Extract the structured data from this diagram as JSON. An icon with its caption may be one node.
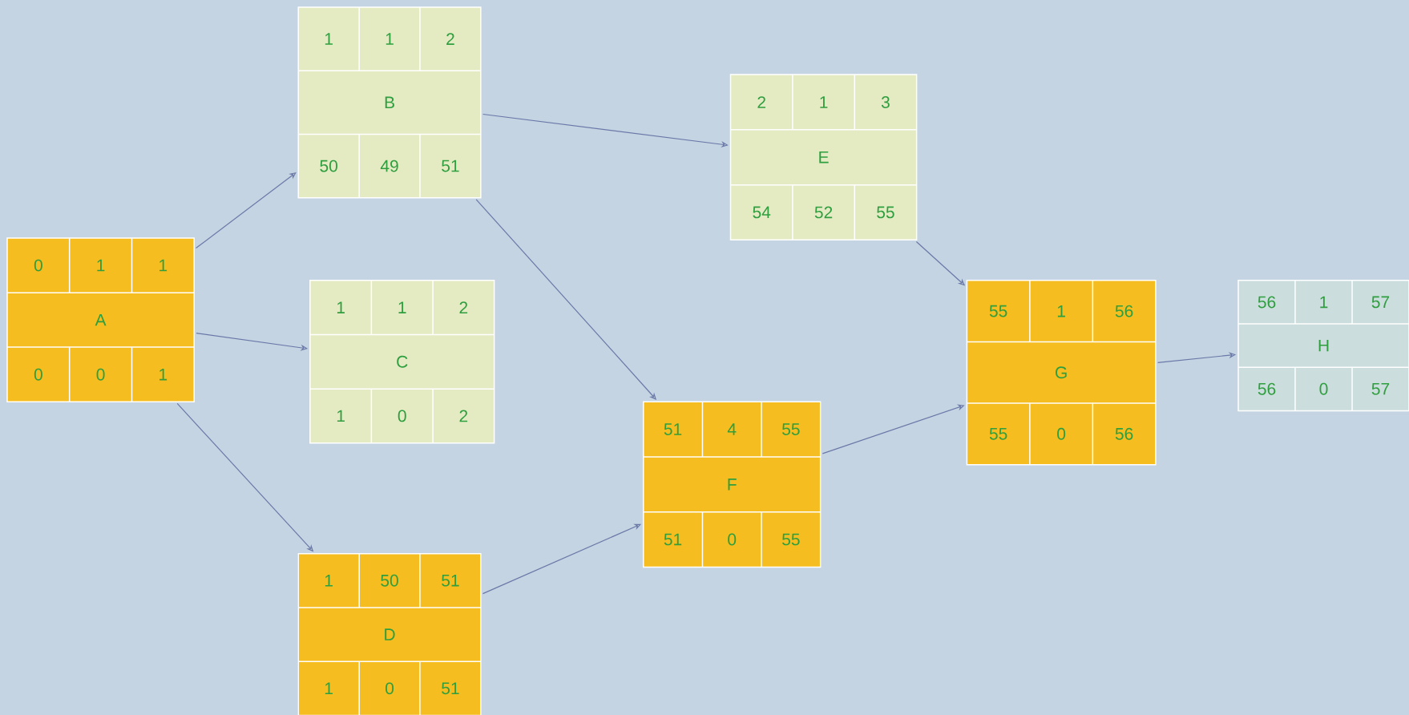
{
  "diagram": {
    "nodes": [
      {
        "text": [
          "0",
          "1",
          "1",
          "A",
          "0",
          "0",
          "1"
        ]
      },
      {
        "text": [
          "1",
          "1",
          "2",
          "B",
          "50",
          "49",
          "51"
        ]
      },
      {
        "text": [
          "1",
          "1",
          "2",
          "C",
          "1",
          "0",
          "2"
        ]
      },
      {
        "text": [
          "1",
          "50",
          "51",
          "D",
          "1",
          "0",
          "51"
        ]
      },
      {
        "text": [
          "2",
          "1",
          "3",
          "E",
          "54",
          "52",
          "55"
        ]
      },
      {
        "text": [
          "51",
          "4",
          "55",
          "F",
          "51",
          "0",
          "55"
        ]
      },
      {
        "text": [
          "55",
          "1",
          "56",
          "G",
          "55",
          "0",
          "56"
        ]
      },
      {
        "text": [
          "56",
          "1",
          "57",
          "H",
          "56",
          "0",
          "57"
        ]
      }
    ],
    "edges": [
      {
        "from": 0,
        "to": 1,
        "arrow": "to"
      },
      {
        "from": 0,
        "to": 2,
        "arrow": "to"
      },
      {
        "from": 0,
        "to": 3,
        "arrow": "to"
      },
      {
        "from": 1,
        "to": 4,
        "arrow": "to"
      },
      {
        "from": 1,
        "to": 5,
        "arrow": "to"
      },
      {
        "from": 3,
        "to": 5,
        "arrow": "to"
      },
      {
        "from": 4,
        "to": 6,
        "arrow": "to"
      },
      {
        "from": 5,
        "to": 6,
        "arrow": "to"
      },
      {
        "from": 6,
        "to": 7,
        "arrow": "to"
      }
    ]
  }
}
